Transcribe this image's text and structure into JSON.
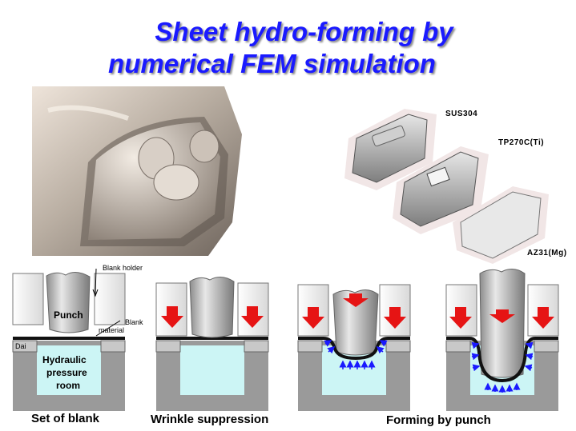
{
  "title": {
    "line1": "Sheet hydro-forming by",
    "line2": "numerical FEM simulation"
  },
  "materials": [
    "SUS304",
    "TP270C(Ti)",
    "AZ31(Mg)"
  ],
  "diagram_labels": {
    "blank_holder": "Blank holder",
    "punch": "Punch",
    "blank_line1": "Blank",
    "blank_line2": "material",
    "dai": "Dai",
    "hydraulic_line1": "Hydraulic",
    "hydraulic_line2": "pressure",
    "hydraulic_line3": "room"
  },
  "captions": {
    "set_of_blank": "Set of blank",
    "wrinkle_suppression": "Wrinkle suppression",
    "forming_by_punch": "Forming by punch"
  },
  "colors": {
    "title": "#1a1aff",
    "fluid": "#ccf5f5",
    "steel": "#9a9a9a",
    "arrow_red": "#e61414",
    "pressure_blue": "#1a1aff"
  }
}
